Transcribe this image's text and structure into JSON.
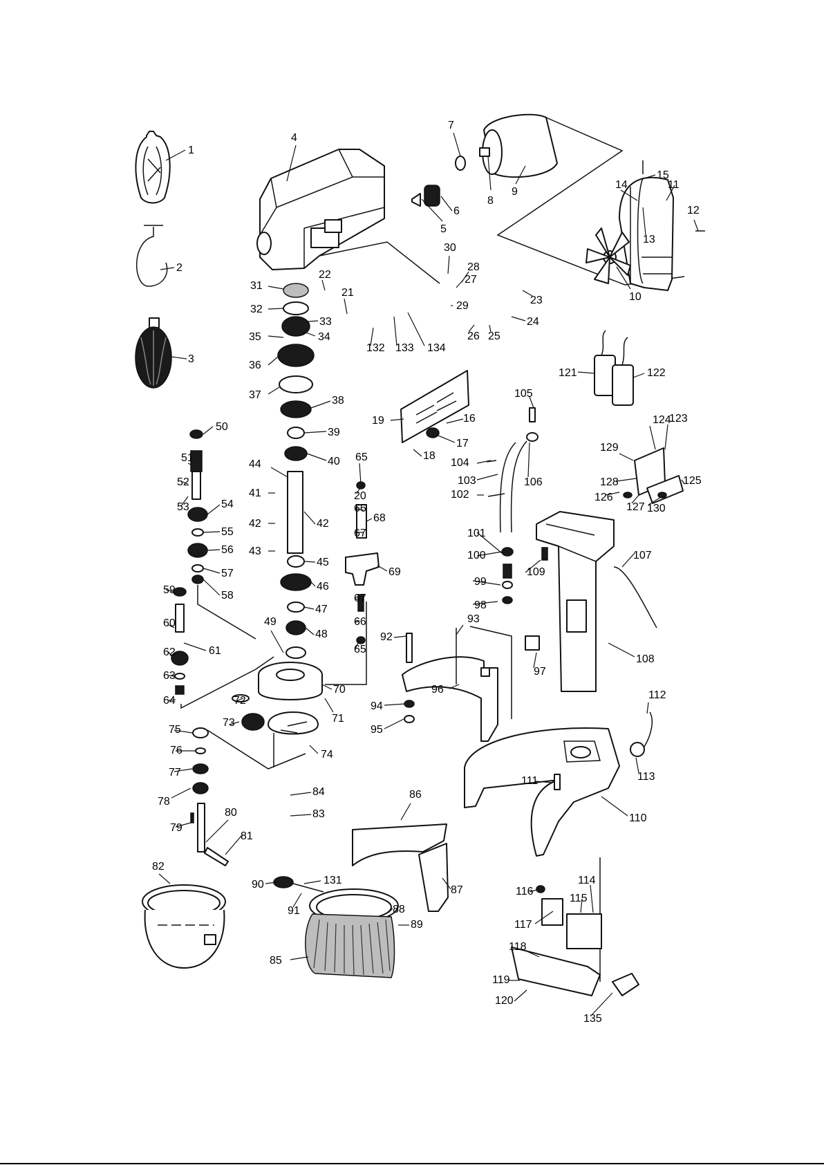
{
  "callouts": [
    "1",
    "2",
    "3",
    "4",
    "5",
    "6",
    "7",
    "8",
    "9",
    "10",
    "11",
    "12",
    "13",
    "14",
    "15",
    "16",
    "17",
    "18",
    "19",
    "20",
    "21",
    "22",
    "23",
    "24",
    "25",
    "26",
    "27",
    "28",
    "29",
    "30",
    "31",
    "32",
    "33",
    "34",
    "35",
    "36",
    "37",
    "38",
    "39",
    "40",
    "41",
    "42",
    "42",
    "43",
    "44",
    "45",
    "46",
    "47",
    "48",
    "49",
    "50",
    "51",
    "52",
    "53",
    "54",
    "55",
    "56",
    "57",
    "58",
    "59",
    "60",
    "61",
    "62",
    "63",
    "64",
    "65",
    "66",
    "67",
    "68",
    "69",
    "67",
    "66",
    "65",
    "70",
    "71",
    "72",
    "73",
    "74",
    "75",
    "76",
    "77",
    "78",
    "79",
    "80",
    "81",
    "82",
    "83",
    "84",
    "85",
    "86",
    "87",
    "88",
    "89",
    "90",
    "91",
    "92",
    "93",
    "94",
    "95",
    "96",
    "97",
    "98",
    "99",
    "100",
    "101",
    "102",
    "103",
    "104",
    "105",
    "106",
    "107",
    "108",
    "109",
    "110",
    "111",
    "112",
    "113",
    "114",
    "115",
    "116",
    "117",
    "118",
    "119",
    "120",
    "121",
    "122",
    "123",
    "124",
    "125",
    "126",
    "127",
    "128",
    "129",
    "130",
    "131",
    "132",
    "133",
    "134",
    "135"
  ]
}
